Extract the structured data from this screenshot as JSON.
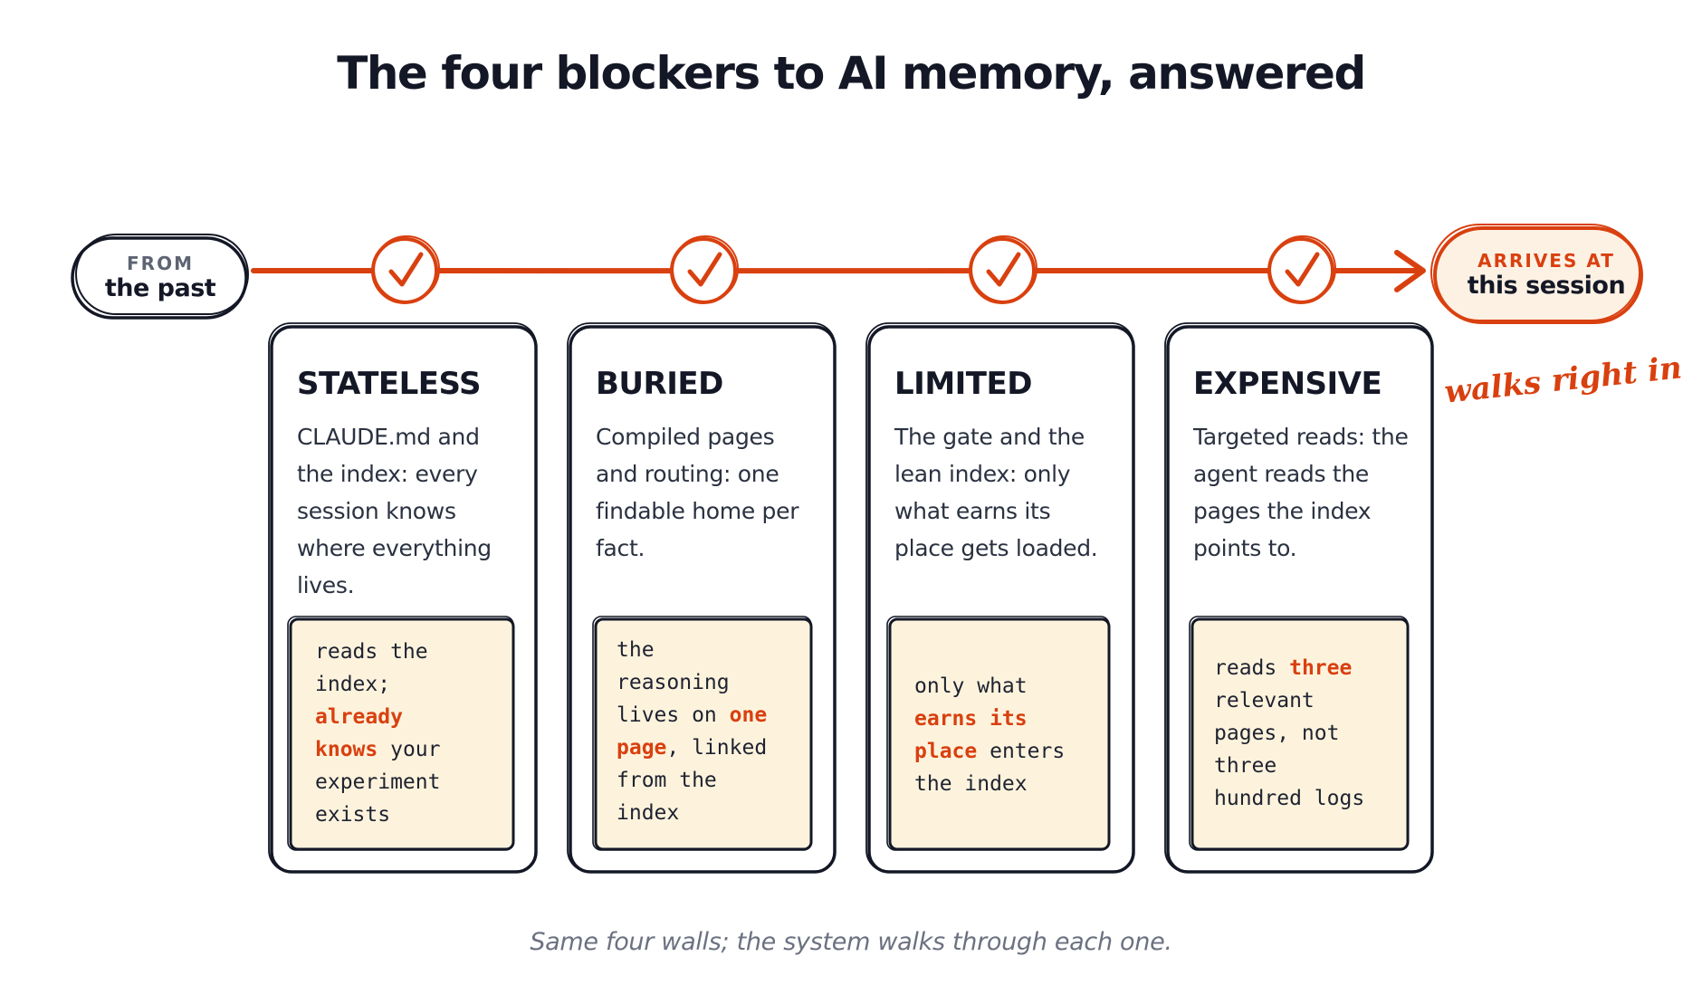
{
  "title": "The four blockers to AI memory, answered",
  "start": {
    "small": "FROM",
    "big": "the past"
  },
  "end": {
    "small": "ARRIVES AT",
    "big": "this session"
  },
  "side_note": "walks right in",
  "colors": {
    "accent": "#d9400f",
    "ink": "#141826",
    "note_fill": "#fdf3dd",
    "endpoint_fill": "#fdf1e4"
  },
  "checkpoint_icon": "check-icon",
  "blockers": [
    {
      "name": "STATELESS",
      "answer": "CLAUDE.md and the index: every session knows where everything lives.",
      "note": [
        {
          "t": "reads the\nindex;\n"
        },
        {
          "t": "already\nknows",
          "hl": true
        },
        {
          "t": " your\nexperiment\nexists"
        }
      ]
    },
    {
      "name": "BURIED",
      "answer": "Compiled pages and routing: one findable home per fact.",
      "note": [
        {
          "t": "the\nreasoning\nlives on "
        },
        {
          "t": "one\npage",
          "hl": true
        },
        {
          "t": ", linked\nfrom the\nindex"
        }
      ]
    },
    {
      "name": "LIMITED",
      "answer": "The gate and the lean index: only what earns its place gets loaded.",
      "note": [
        {
          "t": "only what\n"
        },
        {
          "t": "earns its\nplace",
          "hl": true
        },
        {
          "t": " enters\nthe index"
        }
      ]
    },
    {
      "name": "EXPENSIVE",
      "answer": "Targeted reads: the agent reads the pages the index points to.",
      "note": [
        {
          "t": "reads "
        },
        {
          "t": "three",
          "hl": true
        },
        {
          "t": "\nrelevant\npages, not\nthree\nhundred logs"
        }
      ]
    }
  ],
  "caption": "Same four walls; the system walks through each one."
}
